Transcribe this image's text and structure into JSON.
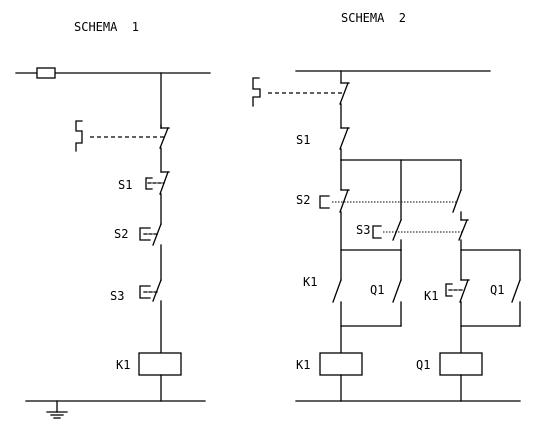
{
  "schema1": {
    "title": "SCHEMA  1",
    "labels": {
      "s1": "S1",
      "s2": "S2",
      "s3": "S3",
      "k1_coil": "K1"
    }
  },
  "schema2": {
    "title": "SCHEMA  2",
    "labels": {
      "s1": "S1",
      "s2": "S2",
      "s3": "S3",
      "k1_contact": "K1",
      "q1_contact_left": "Q1",
      "k1_contact_right": "K1",
      "q1_contact_right": "Q1",
      "k1_coil": "K1",
      "q1_coil": "Q1"
    }
  }
}
